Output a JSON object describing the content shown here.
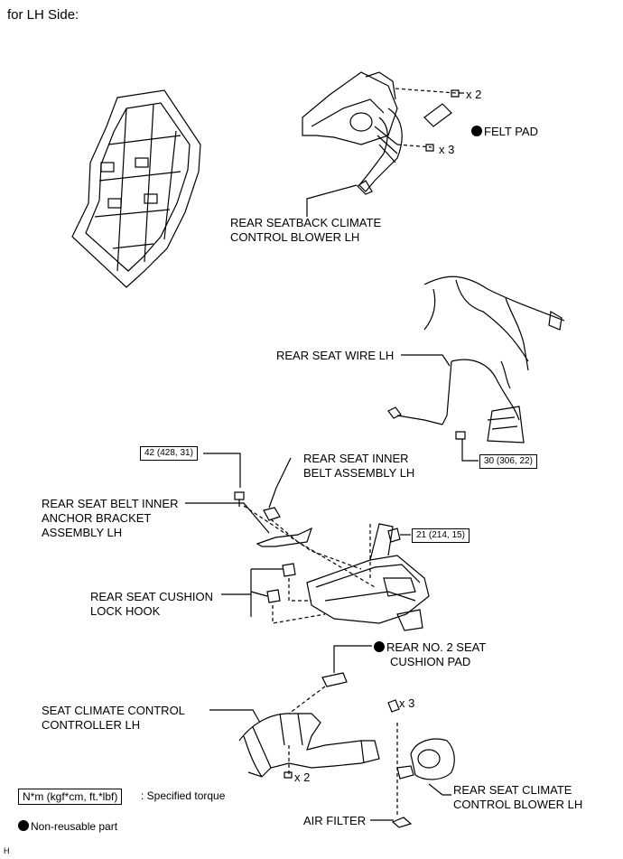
{
  "header": {
    "title": "for LH Side:"
  },
  "labels": {
    "qty_bolt_top": "x 2",
    "felt_pad": "FELT PAD",
    "qty_nut_top": "x 3",
    "blower_top_line1": "REAR SEATBACK CLIMATE",
    "blower_top_line2": "CONTROL BLOWER LH",
    "wire": "REAR SEAT WIRE LH",
    "inner_belt_line1": "REAR SEAT INNER",
    "inner_belt_line2": "BELT ASSEMBLY LH",
    "bracket_line1": "REAR SEAT BELT INNER",
    "bracket_line2": "ANCHOR BRACKET",
    "bracket_line3": "ASSEMBLY LH",
    "hook_line1": "REAR SEAT CUSHION",
    "hook_line2": "LOCK HOOK",
    "cushion_pad_line1": "REAR NO. 2 SEAT",
    "cushion_pad_line2": "CUSHION PAD",
    "controller_line1": "SEAT CLIMATE CONTROL",
    "controller_line2": "CONTROLLER LH",
    "qty_bottom_x3": "x 3",
    "qty_bottom_x2": "x 2",
    "blower_bottom_line1": "REAR SEAT CLIMATE",
    "blower_bottom_line2": "CONTROL BLOWER LH",
    "air_filter": "AIR FILTER"
  },
  "torques": {
    "belt_bolt": "42 (428, 31)",
    "wire_bolt": "30 (306, 22)",
    "frame_nut": "21 (214, 15)"
  },
  "legend": {
    "torque_box": "N*m (kgf*cm, ft.*lbf)",
    "torque_text": ": Specified torque",
    "nonreusable_text": "Non-reusable part"
  },
  "footer": {
    "code": "H"
  },
  "icons": [
    "non-reusable-dot-icon",
    "bolt-icon",
    "nut-icon"
  ]
}
